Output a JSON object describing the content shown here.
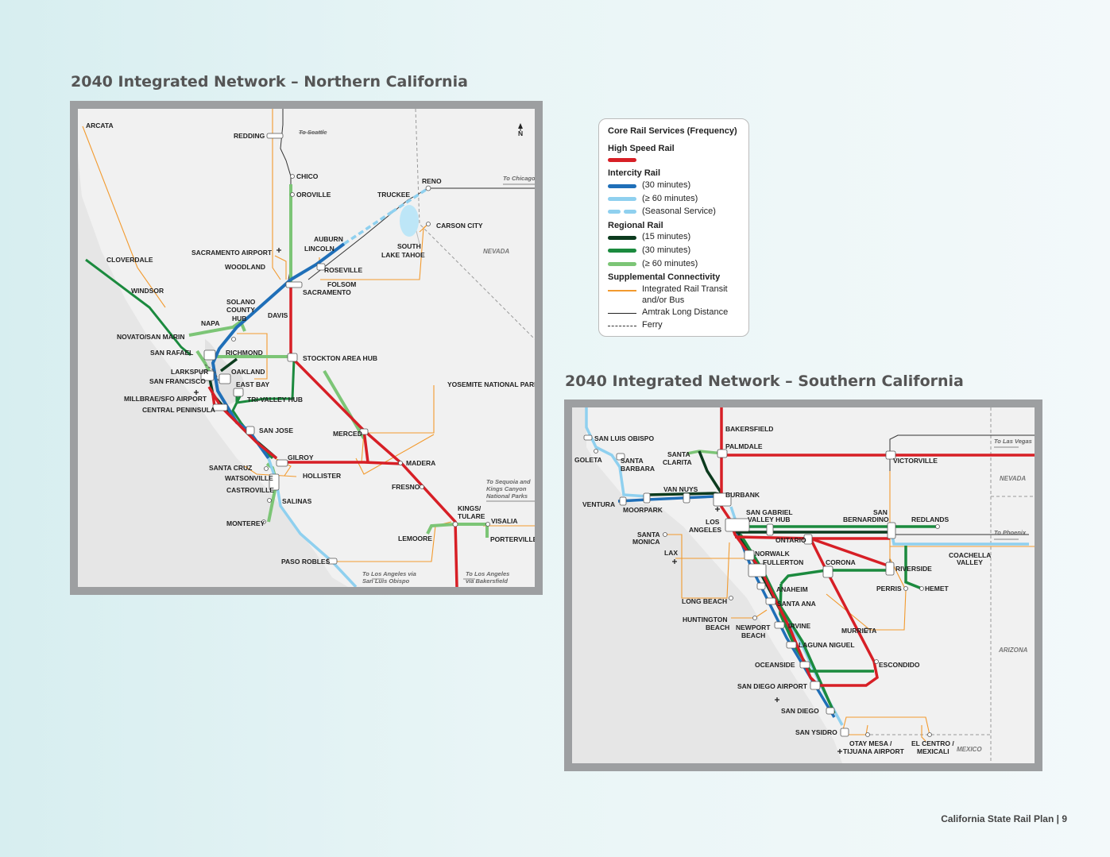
{
  "titles": {
    "north": "2040 Integrated Network – Northern California",
    "south": "2040 Integrated Network – Southern California"
  },
  "footer": "California State Rail Plan | 9",
  "legend": {
    "heading": "Core Rail Services (Frequency)",
    "hsr": "High Speed Rail",
    "intercity": "Intercity Rail",
    "ic30": "(30 minutes)",
    "ic60": "(≥ 60 minutes)",
    "icseas": "(Seasonal Service)",
    "regional": "Regional Rail",
    "rg15": "(15 minutes)",
    "rg30": "(30 minutes)",
    "rg60": "(≥ 60 minutes)",
    "supp": "Supplemental Connectivity",
    "irt": "Integrated Rail Transit",
    "irt2": "and/or Bus",
    "amtrak": "Amtrak Long Distance",
    "ferry": "Ferry"
  },
  "colors": {
    "hsr": "#d71f26",
    "ic30": "#1f6fb8",
    "ic60": "#8fd0ef",
    "rg15": "#0c3b1e",
    "rg30": "#1b8a3e",
    "rg60": "#7cc576",
    "transit": "#f29a2e"
  },
  "north": {
    "compass": "N",
    "stations": [
      "ARCATA",
      "REDDING",
      "CHICO",
      "OROVILLE",
      "TRUCKEE",
      "RENO",
      "CARSON CITY",
      "AUBURN",
      "LINCOLN",
      "SOUTH",
      "LAKE TAHOE",
      "SACRAMENTO AIRPORT",
      "WOODLAND",
      "ROSEVILLE",
      "FOLSOM",
      "SACRAMENTO",
      "CLOVERDALE",
      "WINDSOR",
      "SOLANO",
      "COUNTY",
      "HUB",
      "DAVIS",
      "NAPA",
      "NOVATO/SAN MARIN",
      "SAN RAFAEL",
      "RICHMOND",
      "STOCKTON AREA HUB",
      "LARKSPUR",
      "SAN FRANCISCO",
      "OAKLAND",
      "EAST BAY",
      "MILLBRAE/SFO AIRPORT",
      "TRI-VALLEY HUB",
      "CENTRAL PENINSULA",
      "YOSEMITE NATIONAL PARK",
      "SAN JOSE",
      "MERCED",
      "GILROY",
      "SANTA CRUZ",
      "HOLLISTER",
      "MADERA",
      "WATSONVILLE",
      "FRESNO",
      "CASTROVILLE",
      "SALINAS",
      "KINGS/",
      "TULARE",
      "VISALIA",
      "MONTEREY",
      "LEMOORE",
      "PORTERVILLE",
      "PASO ROBLES"
    ],
    "notes": {
      "seattle": "To Seattle",
      "chicago": "To Chicago",
      "nevada": "NEVADA",
      "sequoia1": "To Sequoia and",
      "sequoia2": "Kings Canyon",
      "sequoia3": "National Parks",
      "la_slo1": "To Los Angeles via",
      "la_slo2": "San Luis Obispo",
      "la_bak1": "To Los Angeles",
      "la_bak2": "via Bakersfield"
    }
  },
  "south": {
    "stations": [
      "BAKERSFIELD",
      "SAN LUIS OBISPO",
      "SANTA",
      "BARBARA",
      "SANTA",
      "CLARITA",
      "PALMDALE",
      "GOLETA",
      "VICTORVILLE",
      "VAN NUYS",
      "BURBANK",
      "VENTURA",
      "MOORPARK",
      "SAN GABRIEL",
      "VALLEY HUB",
      "SAN",
      "BERNARDINO",
      "REDLANDS",
      "SANTA",
      "MONICA",
      "LOS",
      "ANGELES",
      "ONTARIO",
      "COACHELLA",
      "VALLEY",
      "LAX",
      "NORWALK",
      "FULLERTON",
      "CORONA",
      "RIVERSIDE",
      "ANAHEIM",
      "PERRIS",
      "HEMET",
      "LONG BEACH",
      "SANTA ANA",
      "HUNTINGTON",
      "BEACH",
      "NEWPORT",
      "BEACH",
      "IRVINE",
      "MURRIETA",
      "LAGUNA NIGUEL",
      "OCEANSIDE",
      "ESCONDIDO",
      "SAN DIEGO AIRPORT",
      "SAN DIEGO",
      "SAN YSIDRO",
      "OTAY MESA /",
      "TIJUANA AIRPORT",
      "EL CENTRO /",
      "MEXICALI"
    ],
    "notes": {
      "vegas": "To Las Vegas",
      "phoenix": "To Phoenix",
      "nevada": "NEVADA",
      "arizona": "ARIZONA",
      "mexico": "MEXICO"
    }
  }
}
